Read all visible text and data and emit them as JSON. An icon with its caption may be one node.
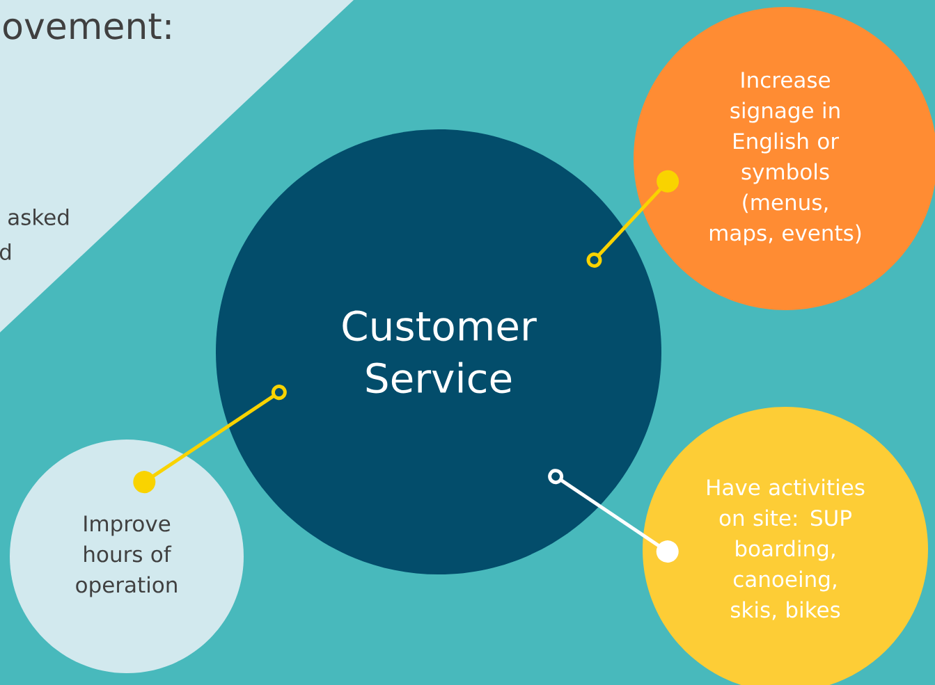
{
  "diagram": {
    "nodes": [
      {
        "text": [
          "Customer Service"
        ]
      },
      {
        "text": [
          "Increase signage in English or symbols (menus, maps, events)"
        ]
      },
      {
        "text": [
          "Have activities on site: SUP boarding, canoeing, skis, bikes"
        ]
      },
      {
        "text": [
          "Improve hours of operation"
        ]
      }
    ],
    "edges": [
      {
        "from": 0,
        "to": 1,
        "arrow": "other"
      },
      {
        "from": 0,
        "to": 2,
        "arrow": "other",
        "color": "#ffffff"
      },
      {
        "from": 0,
        "to": 3,
        "arrow": "other"
      }
    ],
    "labels": [
      "ovement:",
      "asked",
      "d"
    ]
  }
}
